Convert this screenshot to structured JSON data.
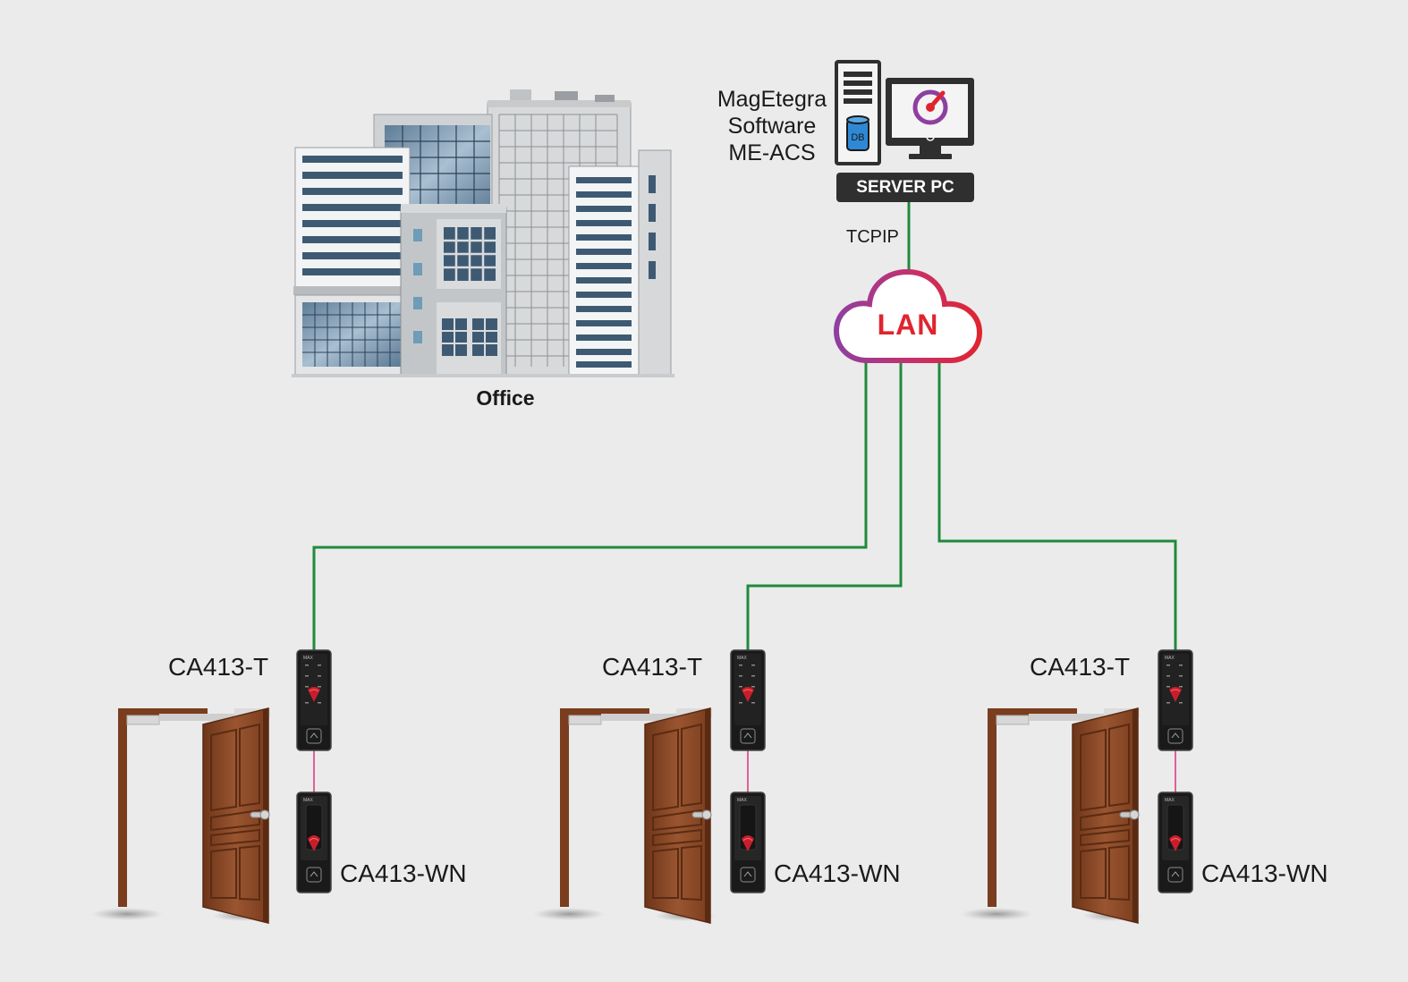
{
  "server": {
    "software_lines": [
      "MagEtegra",
      "Software",
      "ME-ACS"
    ],
    "tag": "SERVER PC",
    "db_label": "DB"
  },
  "network": {
    "protocol": "TCPIP",
    "cloud_label": "LAN"
  },
  "office": {
    "label": "Office"
  },
  "doors": [
    {
      "reader": "CA413-T",
      "controller": "CA413-WN"
    },
    {
      "reader": "CA413-T",
      "controller": "CA413-WN"
    },
    {
      "reader": "CA413-T",
      "controller": "CA413-WN"
    }
  ],
  "colors": {
    "background": "#ebebeb",
    "network_line": "#1f8a3c",
    "device_link": "#e0609a",
    "cloud_gradient_start": "#8e3fa0",
    "cloud_gradient_end": "#e0242f",
    "lan_text": "#e0242f",
    "server_tag": "#2f2f2f",
    "door_wood": "#8a4a28"
  },
  "icons": [
    "office-building-icon",
    "server-tower-icon",
    "monitor-icon",
    "cloud-icon",
    "door-icon",
    "card-reader-icon",
    "fingerprint-icon"
  ]
}
